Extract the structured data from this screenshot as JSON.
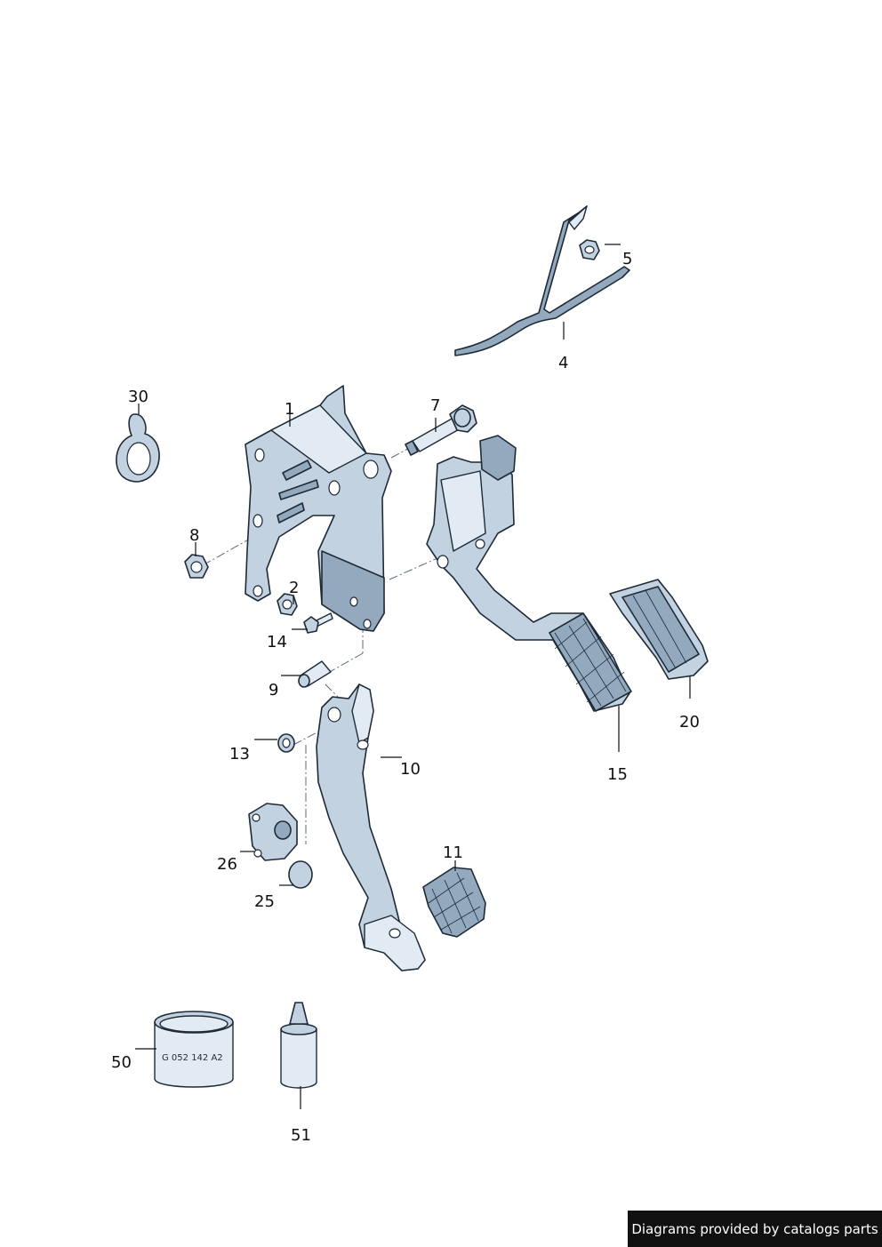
{
  "callouts": [
    {
      "id": "p1",
      "text": "1"
    },
    {
      "id": "p2",
      "text": "2"
    },
    {
      "id": "p4",
      "text": "4"
    },
    {
      "id": "p5",
      "text": "5"
    },
    {
      "id": "p7",
      "text": "7"
    },
    {
      "id": "p8",
      "text": "8"
    },
    {
      "id": "p9",
      "text": "9"
    },
    {
      "id": "p10",
      "text": "10"
    },
    {
      "id": "p11",
      "text": "11"
    },
    {
      "id": "p13",
      "text": "13"
    },
    {
      "id": "p14",
      "text": "14"
    },
    {
      "id": "p15",
      "text": "15"
    },
    {
      "id": "p20",
      "text": "20"
    },
    {
      "id": "p25",
      "text": "25"
    },
    {
      "id": "p26",
      "text": "26"
    },
    {
      "id": "p30",
      "text": "30"
    },
    {
      "id": "p50",
      "text": "50"
    },
    {
      "id": "p51",
      "text": "51"
    }
  ],
  "grease_tub_label": "G 052 142 A2",
  "watermark": "Diagrams provided by catalogs parts",
  "colors": {
    "part_fill": "#c2d2e0",
    "outline": "#1e2a36",
    "watermark_bg": "#111111"
  }
}
